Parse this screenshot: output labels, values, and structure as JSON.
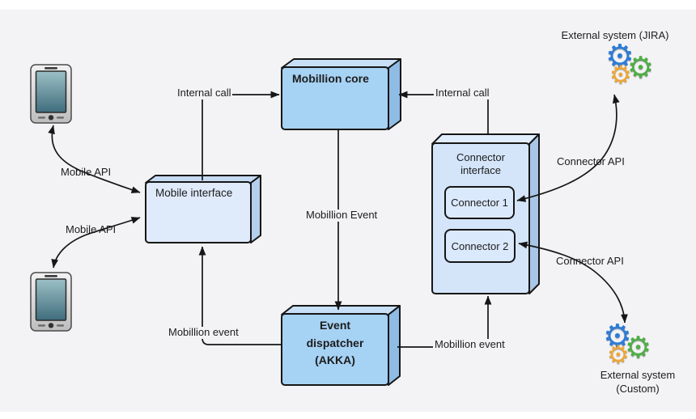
{
  "nodes": {
    "mobillion_core": "Mobillion core",
    "mobile_interface": "Mobile interface",
    "event_dispatcher": "Event dispatcher (AKKA)",
    "connector_interface": "Connector interface",
    "connector_1": "Connector 1",
    "connector_2": "Connector 2",
    "external_jira": "External system (JIRA)",
    "external_custom": "External system (Custom)"
  },
  "edges": {
    "internal_call_left": "Internal call",
    "internal_call_right": "Internal call",
    "mobile_api_top": "Mobile API",
    "mobile_api_bottom": "Mobile API",
    "mobillion_event_main": "Mobillion Event",
    "mobillion_event_left": "Mobillion event",
    "mobillion_event_right": "Mobillion event",
    "connector_api_top": "Connector API",
    "connector_api_bottom": "Connector API"
  },
  "icons": {
    "gear_glyph": "⚙",
    "phone_top": "smartphone-icon",
    "phone_bottom": "smartphone-icon"
  },
  "colors": {
    "background": "#f3f3f5",
    "node_fill_primary": "#a6d2f4",
    "node_fill_light": "#dfeafb",
    "node_fill_connector": "#d4e5fa",
    "node_stroke": "#161616",
    "gear_blue": "#2e7cd6",
    "gear_green": "#4fae45",
    "gear_orange": "#f0a733",
    "phone_screen": "#4c7a88"
  }
}
